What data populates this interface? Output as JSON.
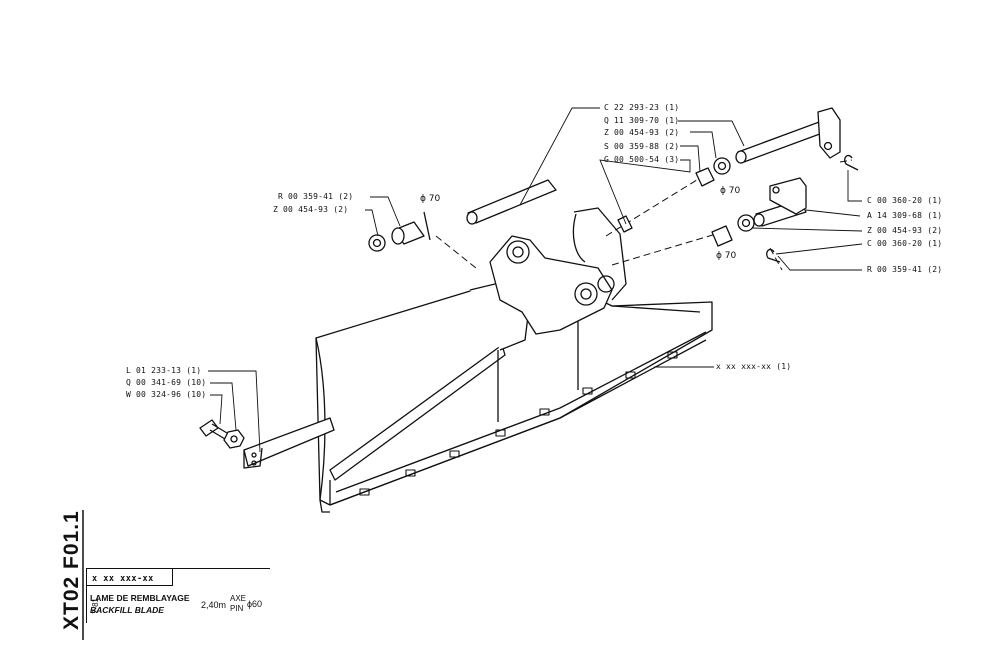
{
  "labels": {
    "c22": "C 22 293-23 (1)",
    "q11": "Q 11 309-70 (1)",
    "z00a": "Z 00 454-93 (2)",
    "s00": "S 00 359-88 (2)",
    "g00": "G 00 500-54 (3)",
    "r00_left": "R 00 359-41 (2)",
    "z00_left": "Z 00 454-93 (2)",
    "c00a": "C 00 360-20 (1)",
    "a14": "A 14 309-68 (1)",
    "z00b": "Z 00 454-93 (2)",
    "c00b": "C 00 360-20 (1)",
    "r00_right": "R 00 359-41 (2)",
    "l01": "L 01 233-13 (1)",
    "q00": "Q 00 341-69 (10)",
    "w00": "W 00 324-96 (10)",
    "xxx": "x xx xxx-xx (1)"
  },
  "dimensions": {
    "phi_left": "ϕ 70",
    "phi_top": "ϕ 70",
    "phi_right": "ϕ 70"
  },
  "title_block": {
    "sheet_code": "XT02 F01.1",
    "date": "7-81",
    "ref": "x xx xxx-xx",
    "title_fr": "LAME DE REMBLAYAGE",
    "title_en": "BACKFILL BLADE",
    "width": "2,40m",
    "axe_label": "AXE",
    "pin_label": "PIN",
    "pin_value": "ϕ60"
  }
}
